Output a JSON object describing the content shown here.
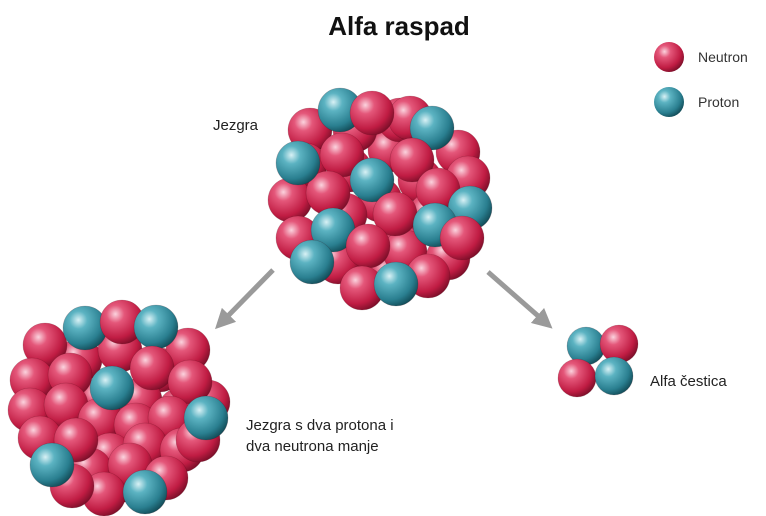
{
  "title": "Alfa raspad",
  "legend": {
    "neutron_label": "Neutron",
    "proton_label": "Proton"
  },
  "labels": {
    "nucleus": "Jezgra",
    "daughter_line1": "Jezgra s dva protona i",
    "daughter_line2": "dva neutrona manje",
    "alpha": "Alfa čestica"
  },
  "colors": {
    "neutron": "#c8234a",
    "proton": "#2f8c9c",
    "arrow": "#9a9a9a"
  }
}
